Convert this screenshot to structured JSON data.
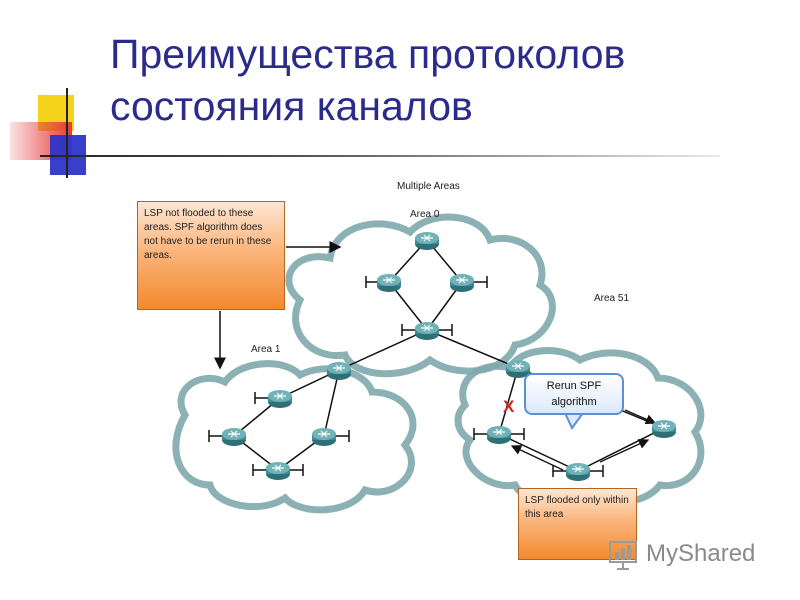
{
  "slide": {
    "title": "Преимущества протоколов состояния каналов"
  },
  "diagram": {
    "heading": "Multiple Areas",
    "areas": {
      "area0": "Area 0",
      "area1": "Area 1",
      "area51": "Area 51"
    },
    "callout_not_flooded": "LSP not flooded to these areas. SPF algorithm does not have to be rerun in these areas.",
    "callout_flooded": "LSP flooded only within this area",
    "spf_bubble": {
      "line1": "Rerun SPF",
      "line2": "algorithm"
    },
    "failed_link_marker": "X",
    "colors": {
      "cloud_outline": "#7fa9ad",
      "router_body": "#3f8a92",
      "callout_orange": "#f28a2e",
      "failed_link": "#d62020"
    }
  },
  "watermark": {
    "text": "MyShared"
  }
}
